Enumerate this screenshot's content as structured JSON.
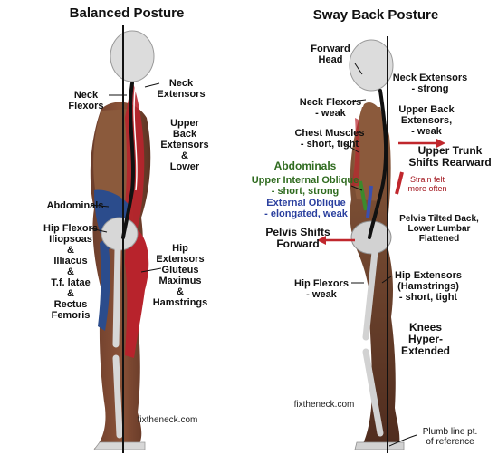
{
  "titles": {
    "left": "Balanced Posture",
    "right": "Sway Back Posture"
  },
  "left_labels": {
    "neck_extensors": "Neck\nExtensors",
    "neck_flexors": "Neck\nFlexors",
    "upper_back": "Upper\nBack\nExtensors\n&\nLower",
    "abdominals": "Abdominals",
    "hip_flexors": "Hip Flexors\nIliopsoas\n&\nIlliacus\n&\nT.f. latae\n&\nRectus\nFemoris",
    "hip_extensors": "Hip\nExtensors\nGluteus\nMaximus\n&\nHamstrings",
    "watermark": "fixtheneck.com"
  },
  "right_labels": {
    "forward_head": "Forward\nHead",
    "neck_extensors": "Neck Extensors\n- strong",
    "neck_flexors": "Neck Flexors\n- weak",
    "upper_back": "Upper Back\nExtensors,\n- weak",
    "chest": "Chest Muscles\n- short, tight",
    "upper_trunk": "Upper Trunk\nShifts Rearward",
    "abdominals": "Abdominals",
    "strain": "Strain felt\nmore often",
    "upper_internal_oblique": "Upper Internal Oblique\n- short, strong",
    "external_oblique": "External Oblique\n- elongated, weak",
    "pelvis_tilted": "Pelvis Tilted Back,\nLower Lumbar\nFlattened",
    "pelvis_shifts": "Pelvis Shifts\nForward",
    "hip_flexors": "Hip Flexors\n- weak",
    "hip_extensors": "Hip Extensors\n(Hamstrings)\n- short, tight",
    "knees": "Knees\nHyper-\nExtended",
    "watermark": "fixtheneck.com",
    "plumb": "Plumb line pt.\nof reference"
  }
}
